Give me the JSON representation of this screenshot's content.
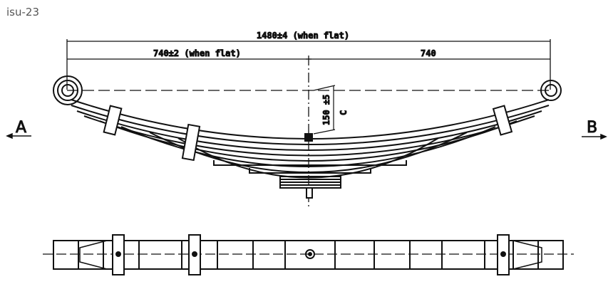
{
  "title": "isu-23",
  "drawing": {
    "overall_length": "1480±4 (when flat)",
    "left_half": "740±2 (when flat)",
    "right_half": "740",
    "camber": "150 ±5",
    "camber_label": "C",
    "view_left": "A",
    "view_right": "B"
  },
  "colors": {
    "line": "#111111",
    "background": "#ffffff",
    "title": "#555555"
  }
}
